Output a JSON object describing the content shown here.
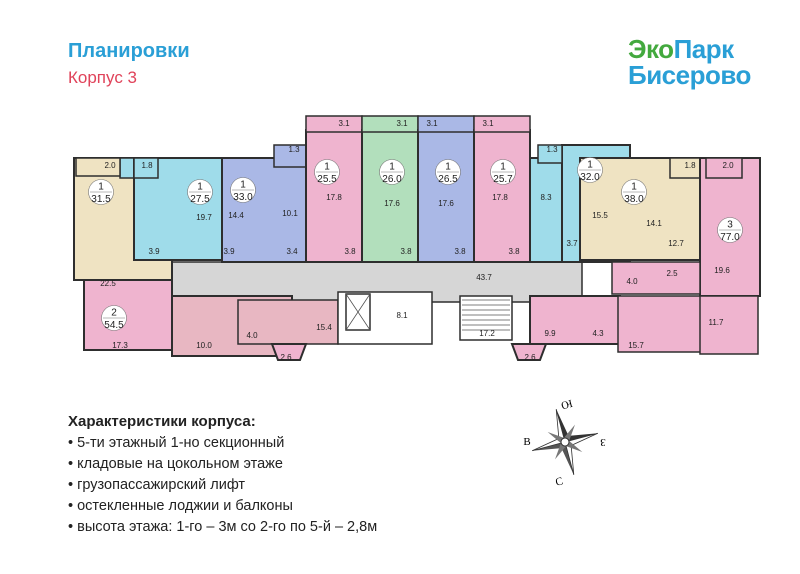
{
  "header": {
    "title": "Планировки",
    "subtitle": "Корпус 3"
  },
  "logo": {
    "line1_a": "Эко",
    "line1_b": "Парк",
    "line2": "Бисерово"
  },
  "colors": {
    "pink": "#efb4cf",
    "green": "#b2dfbc",
    "blue": "#aab8e6",
    "cyan": "#9fdcea",
    "beige": "#efe3c2",
    "rose": "#e8b7c2",
    "grey": "#d6d6d6",
    "wall": "#2e2e2e",
    "title": "#2a9fd6",
    "subtitle": "#e0435a",
    "logo_green": "#43a93e"
  },
  "plan": {
    "apartments": [
      {
        "rooms": "1",
        "area": "31.5"
      },
      {
        "rooms": "1",
        "area": "27.5"
      },
      {
        "rooms": "1",
        "area": "33.0"
      },
      {
        "rooms": "1",
        "area": "25.5"
      },
      {
        "rooms": "1",
        "area": "26.0"
      },
      {
        "rooms": "1",
        "area": "26.5"
      },
      {
        "rooms": "1",
        "area": "25.7"
      },
      {
        "rooms": "1",
        "area": "32.0"
      },
      {
        "rooms": "1",
        "area": "38.0"
      },
      {
        "rooms": "3",
        "area": "77.0"
      },
      {
        "rooms": "2",
        "area": "54.5"
      }
    ],
    "room_labels": [
      "2.0",
      "1.8",
      "1.3",
      "3.1",
      "3.1",
      "3.1",
      "3.1",
      "1.3",
      "1.8",
      "2.0",
      "19.7",
      "14.4",
      "10.1",
      "17.8",
      "17.6",
      "17.6",
      "17.8",
      "8.3",
      "15.5",
      "14.1",
      "12.7",
      "3.9",
      "3.9",
      "3.4",
      "3.8",
      "3.8",
      "3.8",
      "3.8",
      "3.7",
      "43.7",
      "22.5",
      "4.0",
      "2.5",
      "19.6",
      "8.1",
      "11.7",
      "17.3",
      "10.0",
      "4.0",
      "15.4",
      "17.2",
      "9.9",
      "4.3",
      "15.7",
      "2.6",
      "2.6"
    ]
  },
  "specs": {
    "title": "Характеристики корпуса:",
    "items": [
      "5-ти этажный 1-но секционный",
      "кладовые на цокольном этаже",
      "грузопассажирский лифт",
      "остекленные лоджии и балконы",
      "высота этажа: 1-го – 3м со 2-го по 5-й – 2,8м"
    ]
  },
  "compass": {
    "north": "Ю",
    "south": "С",
    "west": "В",
    "east": "З"
  }
}
